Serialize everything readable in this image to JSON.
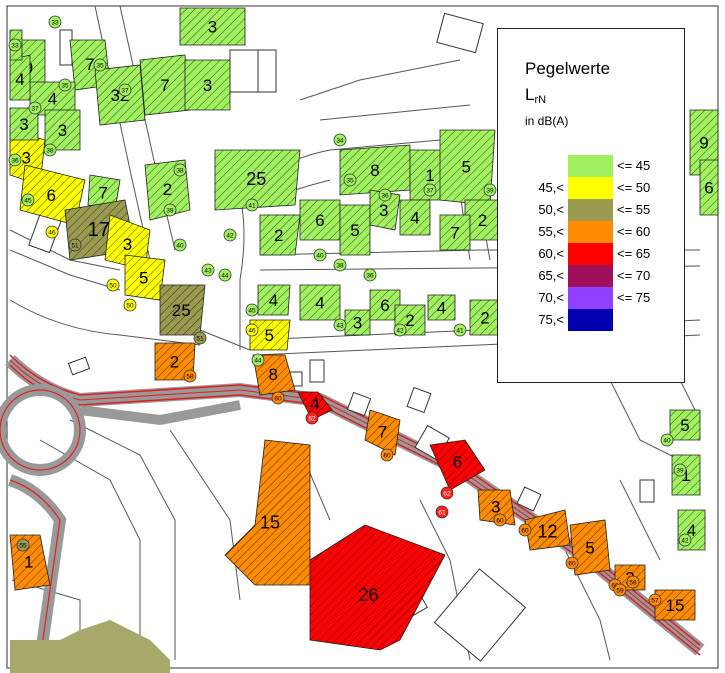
{
  "legend": {
    "title": "Pegelwerte",
    "metric": "L",
    "metric_sub": "rN",
    "unit": "in dB(A)",
    "classes": [
      {
        "low": "",
        "high": "<= 45",
        "color": "#a0f060"
      },
      {
        "low": "45,<",
        "high": "<= 50",
        "color": "#ffff00"
      },
      {
        "low": "50,<",
        "high": "<= 55",
        "color": "#9a9a50"
      },
      {
        "low": "55,<",
        "high": "<= 60",
        "color": "#ff8c00"
      },
      {
        "low": "60,<",
        "high": "<= 65",
        "color": "#ff0000"
      },
      {
        "low": "65,<",
        "high": "<= 70",
        "color": "#a0105a"
      },
      {
        "low": "70,<",
        "high": "<= 75",
        "color": "#9040ff"
      },
      {
        "low": "75,<",
        "high": "",
        "color": "#0000b0"
      }
    ]
  },
  "buildings": [
    {
      "id": "b-9a",
      "cls": 0,
      "label": "9"
    },
    {
      "id": "b-7a",
      "cls": 0,
      "label": "7"
    },
    {
      "id": "b-3a",
      "cls": 0,
      "label": "3"
    },
    {
      "id": "b-4a",
      "cls": 0,
      "label": "4"
    },
    {
      "id": "b-3b",
      "cls": 0,
      "label": "3"
    },
    {
      "id": "b-32",
      "cls": 0,
      "label": "32"
    },
    {
      "id": "b-7b",
      "cls": 0,
      "label": "7"
    },
    {
      "id": "b-33",
      "cls": 0,
      "label": "3"
    },
    {
      "id": "b-3c",
      "cls": 1,
      "label": "3"
    },
    {
      "id": "b-6a",
      "cls": 1,
      "label": "6"
    },
    {
      "id": "b-7c",
      "cls": 0,
      "label": "7"
    },
    {
      "id": "b-17",
      "cls": 2,
      "label": "17"
    },
    {
      "id": "b-2a",
      "cls": 0,
      "label": "2"
    },
    {
      "id": "b-25a",
      "cls": 0,
      "label": "25"
    },
    {
      "id": "b-3d",
      "cls": 1,
      "label": "3"
    },
    {
      "id": "b-5a",
      "cls": 1,
      "label": "5"
    },
    {
      "id": "b-25b",
      "cls": 2,
      "label": "25"
    },
    {
      "id": "b-2b",
      "cls": 3,
      "label": "2"
    },
    {
      "id": "b-4b",
      "cls": 0,
      "label": "4"
    },
    {
      "id": "b-3e",
      "cls": 0,
      "label": "3"
    },
    {
      "id": "b-5b",
      "cls": 0,
      "label": "5"
    },
    {
      "id": "b-8a",
      "cls": 0,
      "label": "8"
    },
    {
      "id": "b-1a",
      "cls": 0,
      "label": "1"
    },
    {
      "id": "b-5c",
      "cls": 0,
      "label": "5"
    },
    {
      "id": "b-2c",
      "cls": 0,
      "label": "2"
    },
    {
      "id": "b-6b",
      "cls": 0,
      "label": "6"
    },
    {
      "id": "b-5d",
      "cls": 0,
      "label": "5"
    },
    {
      "id": "b-3f",
      "cls": 0,
      "label": "3"
    },
    {
      "id": "b-4c",
      "cls": 0,
      "label": "4"
    },
    {
      "id": "b-7d",
      "cls": 0,
      "label": "7"
    },
    {
      "id": "b-2d",
      "cls": 0,
      "label": "2"
    },
    {
      "id": "b-4d",
      "cls": 0,
      "label": "4"
    },
    {
      "id": "b-5e",
      "cls": 1,
      "label": "5"
    },
    {
      "id": "b-4e",
      "cls": 0,
      "label": "4"
    },
    {
      "id": "b-3g",
      "cls": 0,
      "label": "3"
    },
    {
      "id": "b-6c",
      "cls": 0,
      "label": "6"
    },
    {
      "id": "b-2e",
      "cls": 0,
      "label": "2"
    },
    {
      "id": "b-4f",
      "cls": 0,
      "label": "4"
    },
    {
      "id": "b-2f",
      "cls": 0,
      "label": "2"
    },
    {
      "id": "b-8b",
      "cls": 3,
      "label": "8"
    },
    {
      "id": "b-4g",
      "cls": 4,
      "label": "4"
    },
    {
      "id": "b-7e",
      "cls": 3,
      "label": "7"
    },
    {
      "id": "b-6d",
      "cls": 4,
      "label": "6"
    },
    {
      "id": "b-3h",
      "cls": 3,
      "label": "3"
    },
    {
      "id": "b-12",
      "cls": 3,
      "label": "12"
    },
    {
      "id": "b-5f",
      "cls": 3,
      "label": "5"
    },
    {
      "id": "b-2g",
      "cls": 3,
      "label": "2"
    },
    {
      "id": "b-15a",
      "cls": 3,
      "label": "15"
    },
    {
      "id": "b-15b",
      "cls": 3,
      "label": "15"
    },
    {
      "id": "b-26",
      "cls": 4,
      "label": "26"
    },
    {
      "id": "b-1b",
      "cls": 3,
      "label": "1"
    },
    {
      "id": "b-5g",
      "cls": 0,
      "label": "5"
    },
    {
      "id": "b-1c",
      "cls": 0,
      "label": "1"
    },
    {
      "id": "b-4h",
      "cls": 0,
      "label": "4"
    },
    {
      "id": "b-9b",
      "cls": 0,
      "label": "9"
    },
    {
      "id": "b-6e",
      "cls": 0,
      "label": "6"
    }
  ],
  "markers": [
    {
      "v": "33"
    },
    {
      "v": "33"
    },
    {
      "v": "35"
    },
    {
      "v": "35"
    },
    {
      "v": "37"
    },
    {
      "v": "37"
    },
    {
      "v": "38"
    },
    {
      "v": "36"
    },
    {
      "v": "45"
    },
    {
      "v": "46"
    },
    {
      "v": "51"
    },
    {
      "v": "50"
    },
    {
      "v": "50"
    },
    {
      "v": "51"
    },
    {
      "v": "58"
    },
    {
      "v": "38"
    },
    {
      "v": "39"
    },
    {
      "v": "40"
    },
    {
      "v": "41"
    },
    {
      "v": "42"
    },
    {
      "v": "43"
    },
    {
      "v": "44"
    },
    {
      "v": "34"
    },
    {
      "v": "35"
    },
    {
      "v": "36"
    },
    {
      "v": "37"
    },
    {
      "v": "39"
    },
    {
      "v": "40"
    },
    {
      "v": "38"
    },
    {
      "v": "36"
    },
    {
      "v": "45"
    },
    {
      "v": "46"
    },
    {
      "v": "44"
    },
    {
      "v": "43"
    },
    {
      "v": "42"
    },
    {
      "v": "41"
    },
    {
      "v": "60"
    },
    {
      "v": "62"
    },
    {
      "v": "60"
    },
    {
      "v": "62"
    },
    {
      "v": "60"
    },
    {
      "v": "60"
    },
    {
      "v": "60"
    },
    {
      "v": "60"
    },
    {
      "v": "59"
    },
    {
      "v": "58"
    },
    {
      "v": "57"
    },
    {
      "v": "61"
    },
    {
      "v": "55"
    },
    {
      "v": "40"
    },
    {
      "v": "39"
    },
    {
      "v": "42"
    }
  ]
}
